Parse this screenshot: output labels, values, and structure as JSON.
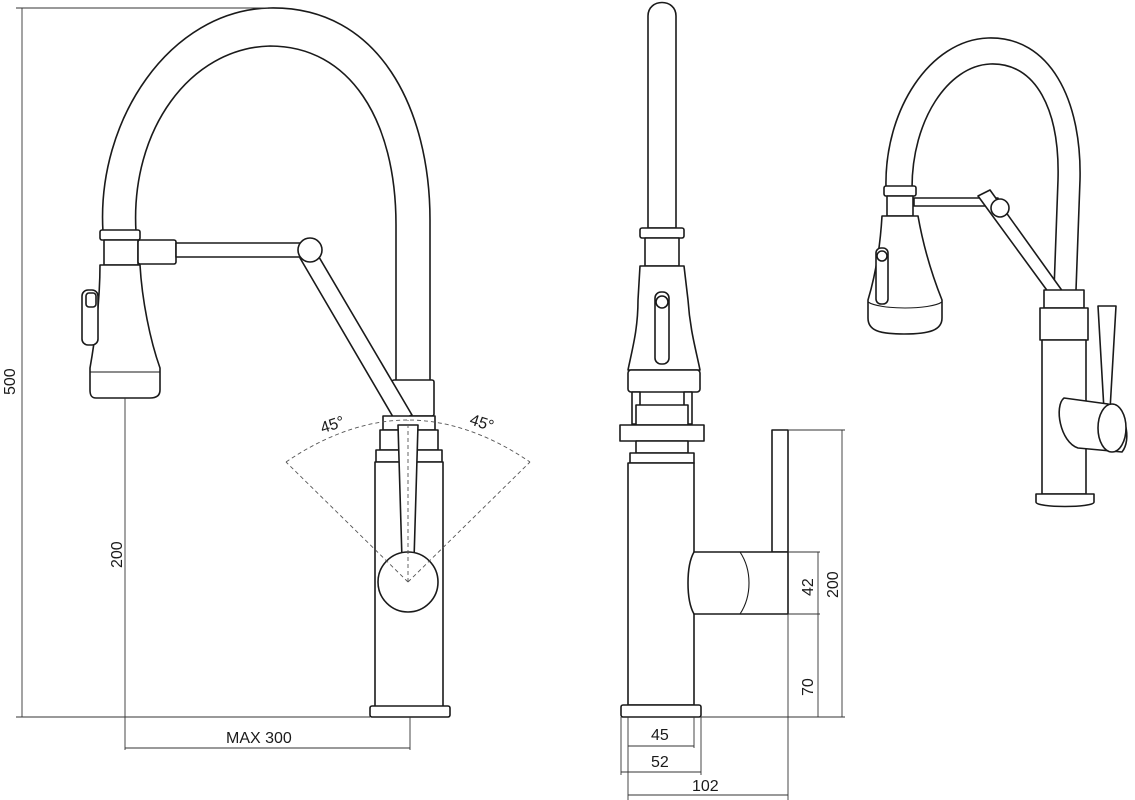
{
  "dimensions": {
    "total_height": "500",
    "spout_height": "200",
    "reach": "MAX 300",
    "swivel_left": "45°",
    "swivel_right": "45°",
    "base_to_handle": "70",
    "handle_height": "42",
    "body_height": "200",
    "base_diameter_inner": "45",
    "base_diameter_outer": "52",
    "depth": "102"
  },
  "colors": {
    "line": "#1a1a1a",
    "background": "#ffffff"
  }
}
